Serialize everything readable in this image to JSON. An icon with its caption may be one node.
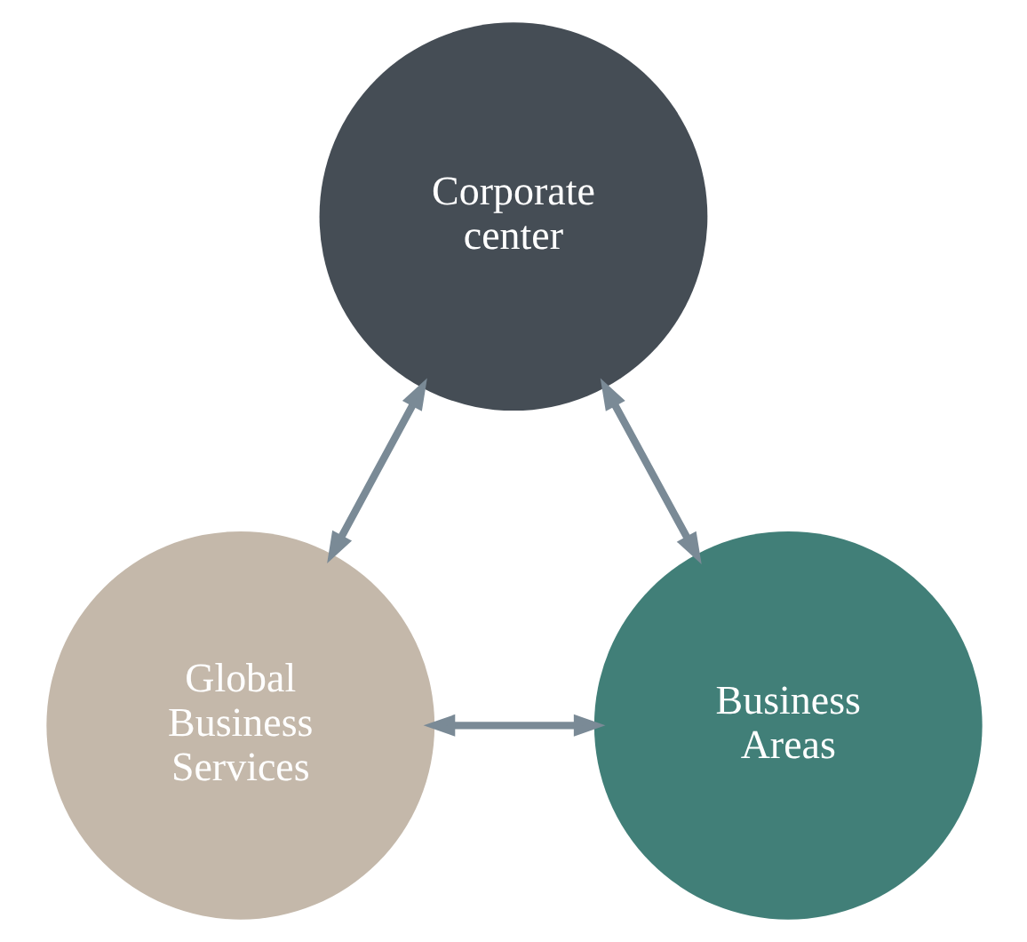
{
  "diagram": {
    "nodes": [
      {
        "text": [
          "Corporate center"
        ]
      },
      {
        "text": [
          "Global Business Services"
        ]
      },
      {
        "text": [
          "Business Areas"
        ]
      }
    ],
    "edges": [
      {
        "from": 0,
        "to": 1,
        "arrow": "both"
      },
      {
        "from": 0,
        "to": 2,
        "arrow": "both"
      },
      {
        "from": 1,
        "to": 2,
        "arrow": "both"
      }
    ]
  }
}
